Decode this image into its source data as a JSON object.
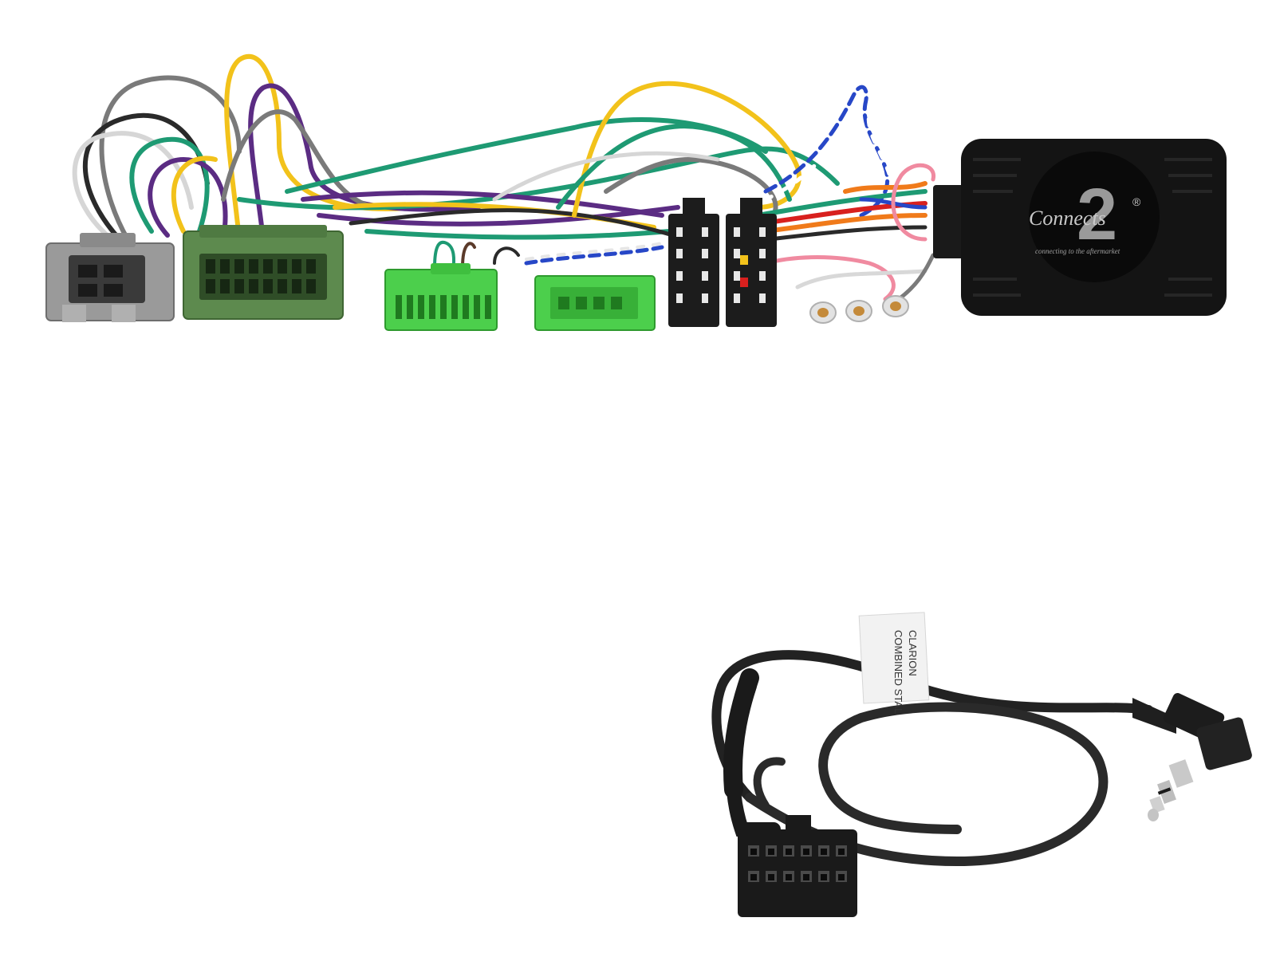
{
  "logo": {
    "digit": "2",
    "brand": "Connects",
    "tagline": "connecting to the aftermarket",
    "registered_mark": "®"
  },
  "lead_label": {
    "line1": "CLARION",
    "line2": "COMBINED STAL"
  },
  "colors": {
    "background": "#ffffff",
    "wire_yellow": "#f2c21b",
    "wire_purple": "#5b2c83",
    "wire_green": "#1e9a73",
    "wire_grey": "#7a7a7a",
    "wire_black": "#2a2a2a",
    "wire_white": "#e6e6e6",
    "wire_blue": "#2747c7",
    "wire_pink": "#f08aa0",
    "wire_orange": "#f07a1a",
    "wire_red": "#d8201e",
    "connector_grey": "#9a9a9a",
    "connector_green_dark": "#5d8a4e",
    "connector_green_bright": "#4ccf4c",
    "connector_black": "#1c1c1c",
    "module_body": "#141414",
    "cable_black": "#222222"
  },
  "icons": [
    "grey-connector-icon",
    "dark-green-connector-icon",
    "green-connector-icon",
    "black-iso-connector-icon",
    "bullet-terminal-icon",
    "interface-module-icon",
    "multipin-plug-icon",
    "jack-plug-icon"
  ]
}
